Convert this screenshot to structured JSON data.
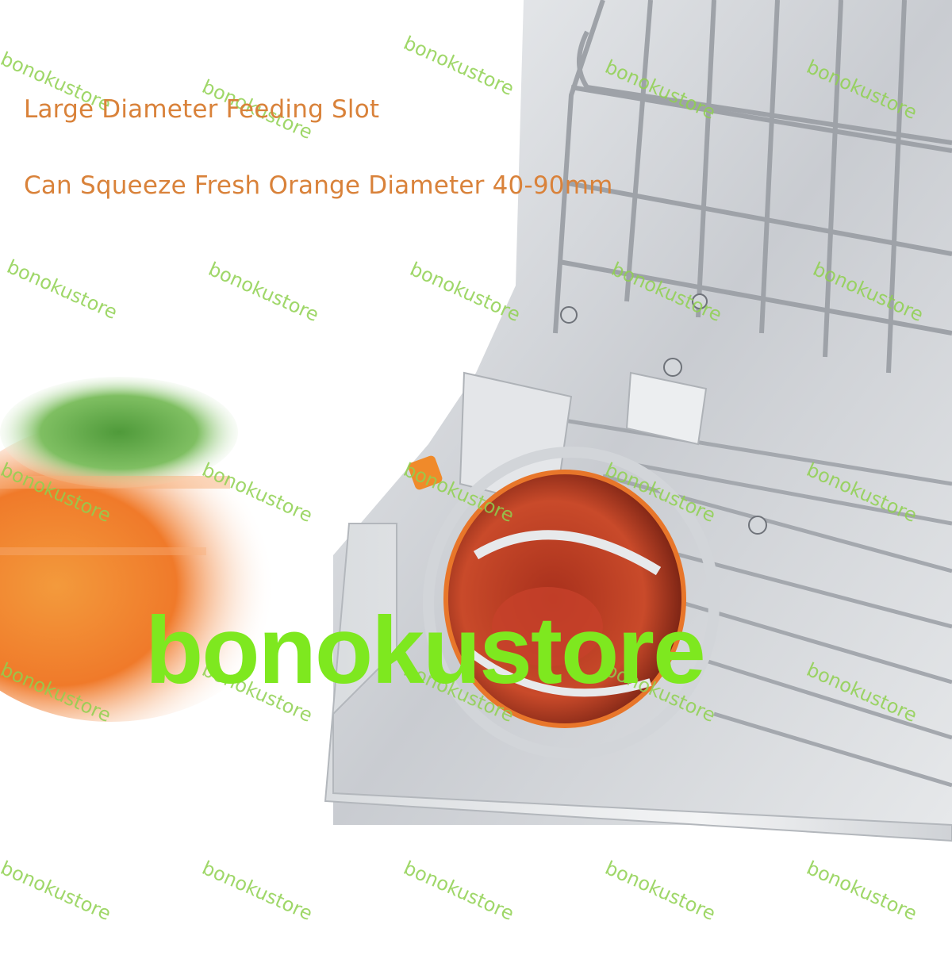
{
  "text": {
    "line1": "Large Diameter Feeding Slot",
    "line2": "Can Squeeze Fresh Orange Diameter 40-90mm"
  },
  "watermark": {
    "big": "bonokustore",
    "small": "bonokustore"
  },
  "colors": {
    "caption": "#d9823a",
    "watermark_big": "#7ee81f",
    "watermark_small": "#8fd14f",
    "steel": "#c9ccd1",
    "steel_dark": "#8e9298",
    "orange_fruit": "#f07a2a",
    "leaf": "#4f9a3a",
    "gasket": "#e8762a",
    "juice_red": "#b8361f",
    "top_band": "#fbe9a8"
  }
}
